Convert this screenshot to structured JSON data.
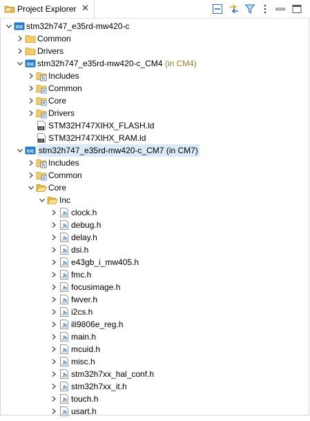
{
  "view": {
    "tab_title": "Project Explorer",
    "close_glyph": "✕"
  },
  "toolbar": [
    {
      "name": "collapse-all-icon"
    },
    {
      "name": "link-with-editor-icon"
    },
    {
      "name": "filter-icon"
    },
    {
      "name": "view-menu-icon"
    },
    {
      "name": "minimize-icon"
    },
    {
      "name": "maximize-icon"
    }
  ],
  "tree": [
    {
      "label": "stm32h747_e35rd-mw420-c",
      "icon": "ide-project-icon",
      "state": "expanded",
      "level": 0
    },
    {
      "label": "Common",
      "icon": "folder-icon",
      "state": "collapsed",
      "level": 1
    },
    {
      "label": "Drivers",
      "icon": "folder-icon",
      "state": "collapsed",
      "level": 1
    },
    {
      "label": "stm32h747_e35rd-mw420-c_CM4",
      "tag": "(in CM4)",
      "icon": "ide-project-icon",
      "state": "expanded",
      "level": 1
    },
    {
      "label": "Includes",
      "icon": "includes-icon",
      "state": "collapsed",
      "level": 2
    },
    {
      "label": "Common",
      "icon": "source-folder-icon",
      "state": "collapsed",
      "level": 2
    },
    {
      "label": "Core",
      "icon": "source-folder-icon",
      "state": "collapsed",
      "level": 2
    },
    {
      "label": "Drivers",
      "icon": "source-folder-icon",
      "state": "collapsed",
      "level": 2
    },
    {
      "label": "STM32H747XIHX_FLASH.ld",
      "icon": "ld-file-icon",
      "state": "leaf",
      "level": 2
    },
    {
      "label": "STM32H747XIHX_RAM.ld",
      "icon": "ld-file-icon",
      "state": "leaf",
      "level": 2
    },
    {
      "label": "stm32h747_e35rd-mw420-c_CM7",
      "tag": "(in CM7)",
      "icon": "ide-project-icon",
      "state": "expanded",
      "level": 1,
      "selected": true
    },
    {
      "label": "Includes",
      "icon": "includes-icon",
      "state": "collapsed",
      "level": 2
    },
    {
      "label": "Common",
      "icon": "source-folder-icon",
      "state": "collapsed",
      "level": 2
    },
    {
      "label": "Core",
      "icon": "folder-open-icon",
      "state": "expanded",
      "level": 2
    },
    {
      "label": "Inc",
      "icon": "folder-open-icon",
      "state": "expanded",
      "level": 3
    },
    {
      "label": "clock.h",
      "icon": "h-file-icon",
      "state": "collapsed",
      "level": 4
    },
    {
      "label": "debug.h",
      "icon": "h-file-icon",
      "state": "collapsed",
      "level": 4
    },
    {
      "label": "delay.h",
      "icon": "h-file-icon",
      "state": "collapsed",
      "level": 4
    },
    {
      "label": "dsi.h",
      "icon": "h-file-icon",
      "state": "collapsed",
      "level": 4
    },
    {
      "label": "e43gb_i_mw405.h",
      "icon": "h-file-icon",
      "state": "collapsed",
      "level": 4
    },
    {
      "label": "fmc.h",
      "icon": "h-file-icon",
      "state": "collapsed",
      "level": 4
    },
    {
      "label": "focusimage.h",
      "icon": "h-file-icon",
      "state": "collapsed",
      "level": 4
    },
    {
      "label": "fwver.h",
      "icon": "h-file-icon",
      "state": "collapsed",
      "level": 4
    },
    {
      "label": "i2cs.h",
      "icon": "h-file-icon",
      "state": "collapsed",
      "level": 4
    },
    {
      "label": "ili9806e_reg.h",
      "icon": "h-file-icon",
      "state": "collapsed",
      "level": 4
    },
    {
      "label": "main.h",
      "icon": "h-file-icon",
      "state": "collapsed",
      "level": 4
    },
    {
      "label": "mcuid.h",
      "icon": "h-file-icon",
      "state": "collapsed",
      "level": 4
    },
    {
      "label": "misc.h",
      "icon": "h-file-icon",
      "state": "collapsed",
      "level": 4
    },
    {
      "label": "stm32h7xx_hal_conf.h",
      "icon": "h-file-icon",
      "state": "collapsed",
      "level": 4
    },
    {
      "label": "stm32h7xx_it.h",
      "icon": "h-file-icon",
      "state": "collapsed",
      "level": 4
    },
    {
      "label": "touch.h",
      "icon": "h-file-icon",
      "state": "collapsed",
      "level": 4
    },
    {
      "label": "usart.h",
      "icon": "h-file-icon",
      "state": "collapsed",
      "level": 4
    }
  ],
  "colors": {
    "selection": "#dbeaf8",
    "ide_blue": "#1f78c8",
    "folder": "#e8b84a",
    "tag": "#9a7a2a"
  }
}
